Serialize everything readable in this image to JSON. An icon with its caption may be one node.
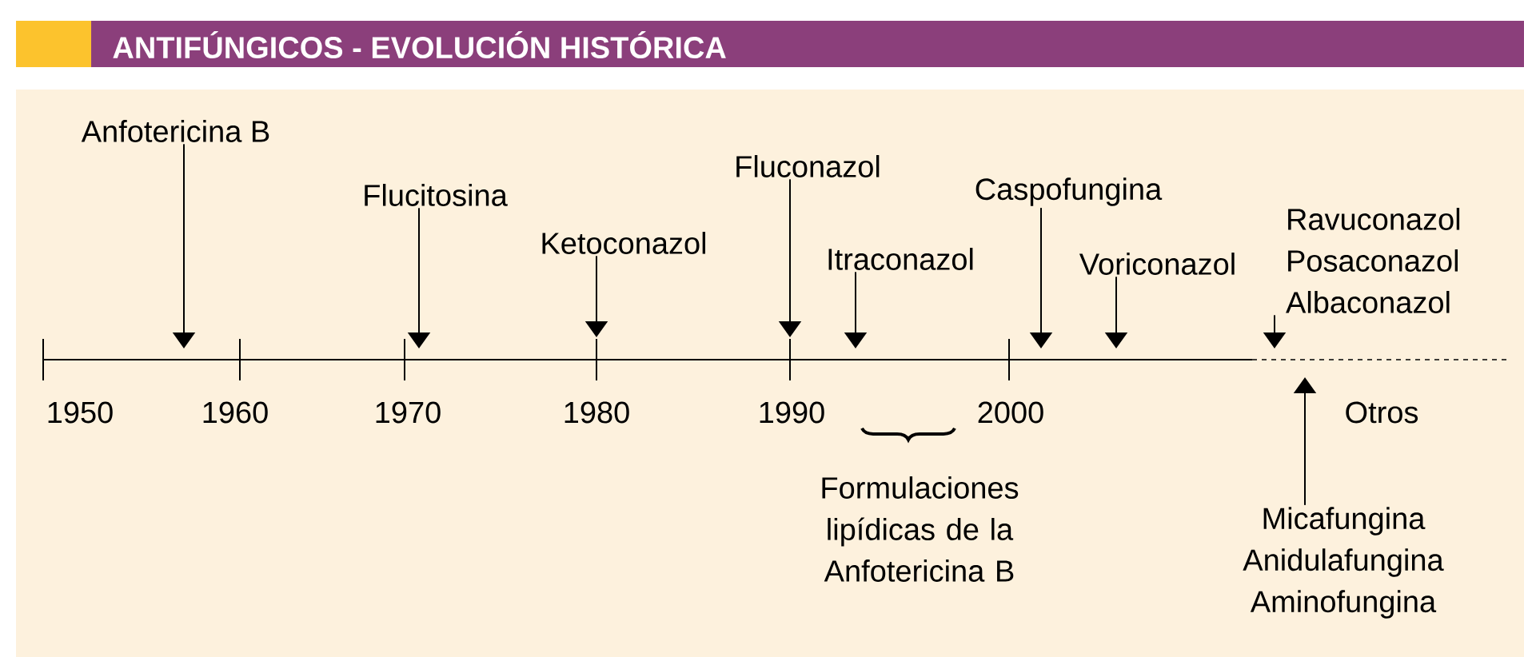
{
  "diagram": {
    "title": "ANTIFÚNGICOS - EVOLUCIÓN HISTÓRICA",
    "nodes": [
      {
        "text": [
          "Anfotericina B"
        ]
      },
      {
        "text": [
          "Flucitosina"
        ]
      },
      {
        "text": [
          "Ketoconazol"
        ]
      },
      {
        "text": [
          "Fluconazol"
        ]
      },
      {
        "text": [
          "Itraconazol"
        ]
      },
      {
        "text": [
          "Caspofungina"
        ]
      },
      {
        "text": [
          "Voriconazol"
        ]
      },
      {
        "text": [
          "Ravuconazol Posaconazol Albaconazol"
        ]
      },
      {
        "text": [
          "Micafungina Anidulafungina Aminofungina"
        ]
      }
    ],
    "edges": [
      {
        "from": 0,
        "to": null,
        "arrow": "to"
      },
      {
        "from": 1,
        "to": null,
        "arrow": "to"
      },
      {
        "from": 2,
        "to": null,
        "arrow": "to"
      },
      {
        "from": 3,
        "to": null,
        "arrow": "to"
      },
      {
        "from": 4,
        "to": null,
        "arrow": "to"
      },
      {
        "from": 5,
        "to": null,
        "arrow": "to"
      },
      {
        "from": 6,
        "to": null,
        "arrow": "to"
      },
      {
        "from": 7,
        "to": null,
        "arrow": "to"
      },
      {
        "from": 8,
        "to": null,
        "arrow": "to"
      }
    ],
    "labels": [
      "1950",
      "1960",
      "1970",
      "1980",
      "1990",
      "2000",
      "Otros",
      "Formulaciones lipídicas de la Anfotericina B"
    ]
  }
}
